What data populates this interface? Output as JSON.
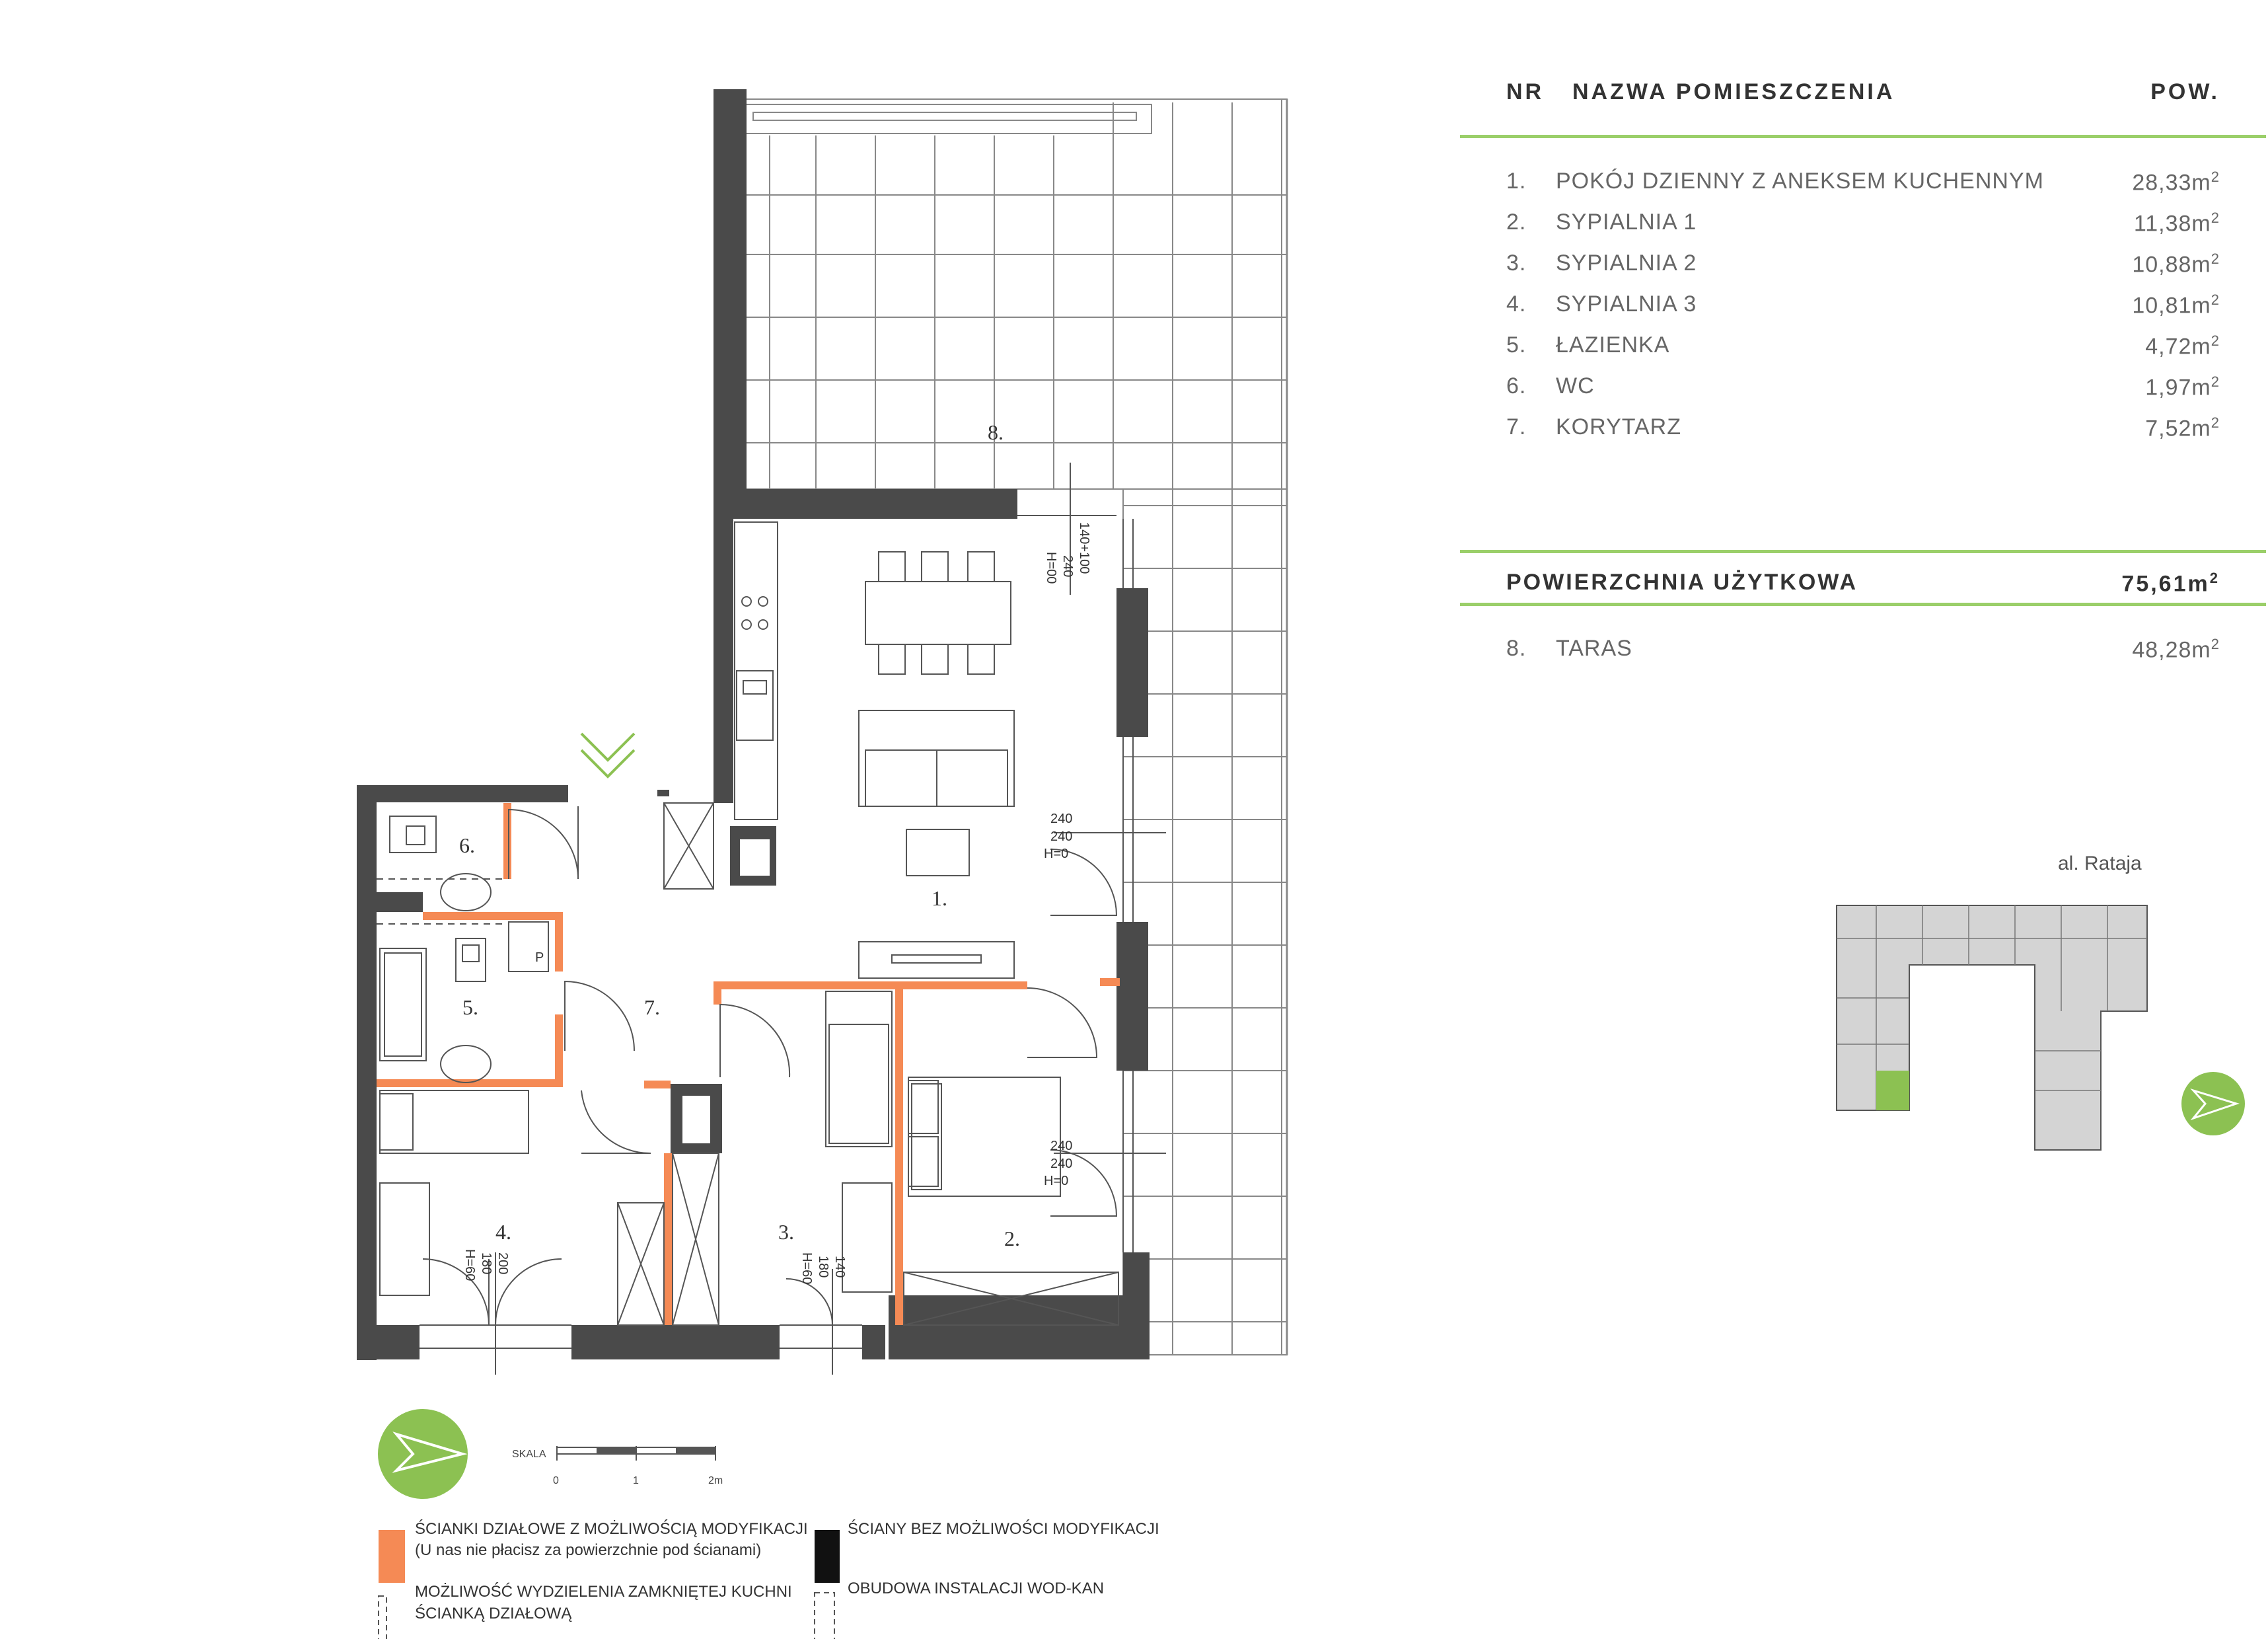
{
  "table": {
    "col_nr": "NR",
    "col_name": "NAZWA POMIESZCZENIA",
    "col_area": "POW.",
    "rows": [
      {
        "nr": "1.",
        "name": "POKÓJ DZIENNY Z ANEKSEM KUCHENNYM",
        "area": "28,33m",
        "unit_sup": "2"
      },
      {
        "nr": "2.",
        "name": "SYPIALNIA 1",
        "area": "11,38m",
        "unit_sup": "2"
      },
      {
        "nr": "3.",
        "name": "SYPIALNIA 2",
        "area": "10,88m",
        "unit_sup": "2"
      },
      {
        "nr": "4.",
        "name": "SYPIALNIA 3",
        "area": "10,81m",
        "unit_sup": "2"
      },
      {
        "nr": "5.",
        "name": "ŁAZIENKA",
        "area": "4,72m",
        "unit_sup": "2"
      },
      {
        "nr": "6.",
        "name": "WC",
        "area": "1,97m",
        "unit_sup": "2"
      },
      {
        "nr": "7.",
        "name": "KORYTARZ",
        "area": "7,52m",
        "unit_sup": "2"
      }
    ],
    "total_label": "POWIERZCHNIA UŻYTKOWA",
    "total_area": "75,61m",
    "total_sup": "2",
    "terrace": {
      "nr": "8.",
      "name": "TARAS",
      "area": "48,28m",
      "unit_sup": "2"
    }
  },
  "plan": {
    "room_labels": [
      "1.",
      "2.",
      "3.",
      "4.",
      "5.",
      "6.",
      "7.",
      "8."
    ],
    "window_dims": {
      "w1": [
        "240",
        "240",
        "H=0"
      ],
      "w2": [
        "240",
        "240",
        "H=0"
      ],
      "w3": [
        "140+100",
        "240",
        "H=00"
      ],
      "w4": [
        "200",
        "180",
        "H=60"
      ],
      "w5": [
        "140",
        "180",
        "H=60"
      ]
    },
    "appliance_label": "P",
    "street_label": "al. Rataja"
  },
  "scale": {
    "label": "SKALA",
    "ticks": [
      "0",
      "1",
      "2m"
    ]
  },
  "legend": {
    "orange_line1": "ŚCIANKI DZIAŁOWE Z MOŻLIWOŚCIĄ MODYFIKACJI",
    "orange_line2": "(U nas nie płacisz za powierzchnie pod ścianami)",
    "black": "ŚCIANY BEZ MOŻLIWOŚCI MODYFIKACJI",
    "dashed_line1": "MOŻLIWOŚĆ WYDZIELENIA ZAMKNIĘTEJ KUCHNI",
    "dashed_line2": "ŚCIANKĄ DZIAŁOWĄ",
    "wodkan": "OBUDOWA INSTALACJI WOD-KAN"
  },
  "colors": {
    "wall": "#4a4a4a",
    "partition": "#f58a55",
    "accent_green": "#8cc152",
    "line_green": "#9bcf6a"
  }
}
